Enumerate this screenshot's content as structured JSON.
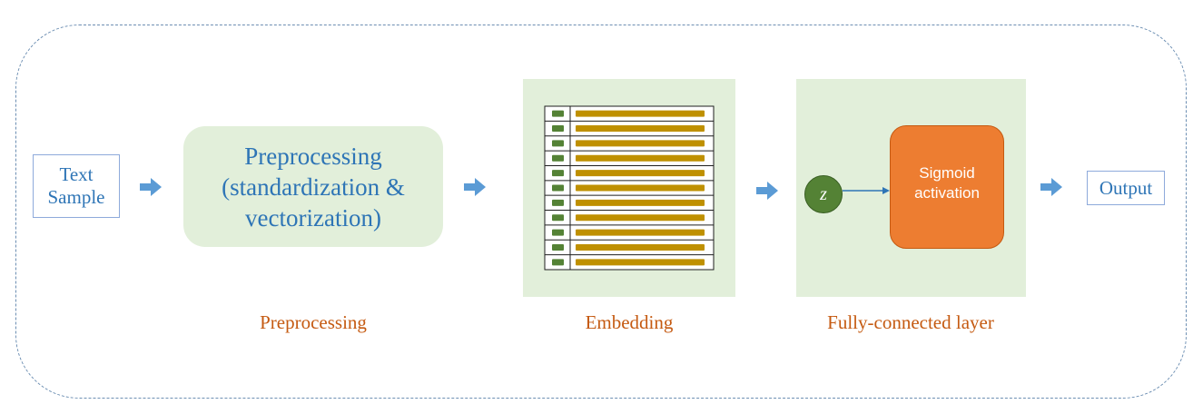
{
  "nodes": {
    "input": "Text\nSample",
    "preprocessing_box": "Preprocessing\n(standardization &\nvectorization)",
    "z_node": "z",
    "sigmoid": "Sigmoid\nactivation",
    "output": "Output"
  },
  "captions": {
    "preprocessing": "Preprocessing",
    "embedding": "Embedding",
    "fully_connected": "Fully-connected layer"
  },
  "embedding_table": {
    "rows": 11
  },
  "colors": {
    "text_blue": "#2e75b6",
    "caption_orange": "#c55a11",
    "panel_green": "#e2efda",
    "arrow_blue": "#5b9bd5",
    "sigmoid_orange": "#ed7d31",
    "z_node_green": "#548235",
    "index_green": "#548235",
    "vector_gold": "#bf9000"
  },
  "icons": [
    "right-arrow-icon"
  ]
}
